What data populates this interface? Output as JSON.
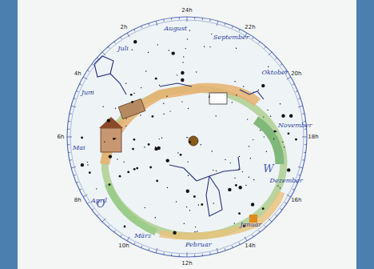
{
  "diagram": {
    "labels": [
      "24h",
      "22h",
      "20h",
      "18h",
      "16h",
      "14h",
      "12h",
      "10h",
      "8h",
      "6h",
      "4h",
      "2h",
      "August",
      "September",
      "Oktober",
      "November",
      "Dezember",
      "Januar",
      "Februar",
      "März",
      "April",
      "Mai",
      "Juni",
      "Juli",
      "O",
      "W"
    ]
  }
}
